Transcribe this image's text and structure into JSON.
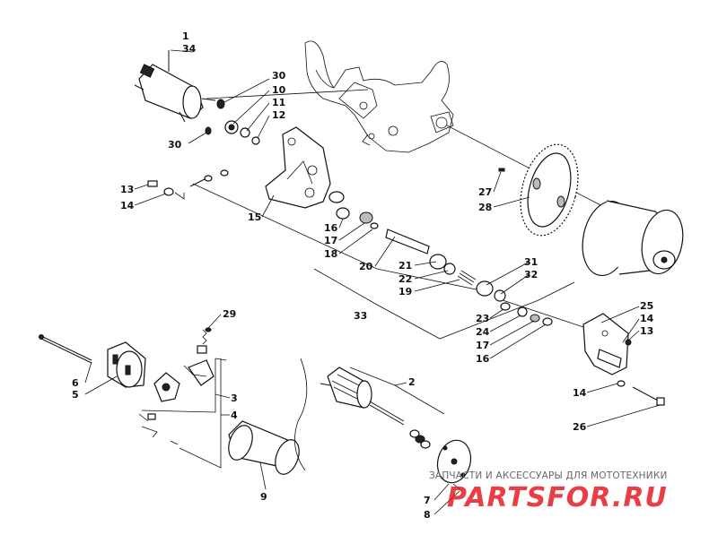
{
  "callouts": {
    "c1": "1",
    "c34": "34",
    "c30a": "30",
    "c10": "10",
    "c11": "11",
    "c12": "12",
    "c30b": "30",
    "c13a": "13",
    "c14a": "14",
    "c15": "15",
    "c27": "27",
    "c28": "28",
    "c16a": "16",
    "c17a": "17",
    "c18": "18",
    "c20": "20",
    "c21": "21",
    "c22": "22",
    "c19": "19",
    "c31": "31",
    "c32": "32",
    "c33": "33",
    "c23": "23",
    "c24": "24",
    "c17b": "17",
    "c16b": "16",
    "c25": "25",
    "c14b": "14",
    "c13b": "13",
    "c29": "29",
    "c6": "6",
    "c5": "5",
    "c3": "3",
    "c4": "4",
    "c2": "2",
    "c14c": "14",
    "c26": "26",
    "c9": "9",
    "c7": "7",
    "c8": "8"
  },
  "watermark": {
    "tagline": "ЗАПЧАСТИ И АКСЕССУАРЫ ДЛЯ МОТОТЕХНИКИ",
    "logo": "PARTSFOR.RU"
  },
  "colors": {
    "line": "#111111",
    "logo": "#e51d24",
    "background": "#ffffff"
  }
}
